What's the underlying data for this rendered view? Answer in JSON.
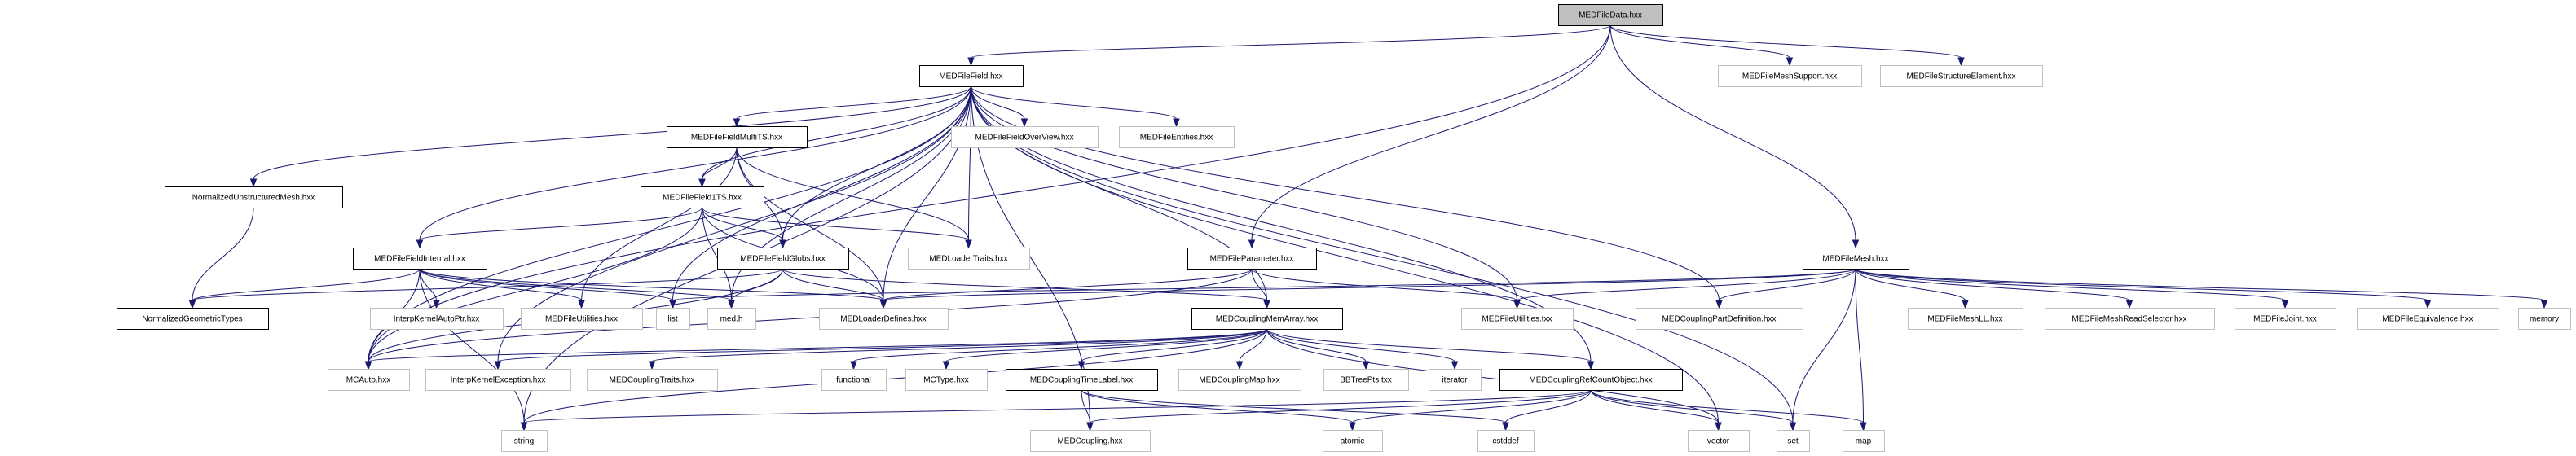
{
  "diagram": {
    "title": "Include dependency graph for MEDFileData.hxx",
    "colors": {
      "edge": "#191970",
      "root_fill": "#bfbfbf",
      "documented_border": "#000000",
      "external_border": "#bfbfbf"
    },
    "nodes": [
      {
        "id": "MEDFileData",
        "label": "MEDFileData.hxx",
        "kind": "root"
      },
      {
        "id": "MEDFileField",
        "label": "MEDFileField.hxx",
        "kind": "documented"
      },
      {
        "id": "MEDFileMeshSupport",
        "label": "MEDFileMeshSupport.hxx",
        "kind": "external"
      },
      {
        "id": "MEDFileStructureElement",
        "label": "MEDFileStructureElement.hxx",
        "kind": "external"
      },
      {
        "id": "MEDFileFieldMultiTS",
        "label": "MEDFileFieldMultiTS.hxx",
        "kind": "documented"
      },
      {
        "id": "MEDFileFieldOverView",
        "label": "MEDFileFieldOverView.hxx",
        "kind": "external"
      },
      {
        "id": "MEDFileEntities",
        "label": "MEDFileEntities.hxx",
        "kind": "external"
      },
      {
        "id": "NormalizedUnstructuredMesh",
        "label": "NormalizedUnstructuredMesh.hxx",
        "kind": "documented"
      },
      {
        "id": "MEDFileField1TS",
        "label": "MEDFileField1TS.hxx",
        "kind": "documented"
      },
      {
        "id": "MEDFileFieldInternal",
        "label": "MEDFileFieldInternal.hxx",
        "kind": "documented"
      },
      {
        "id": "MEDFileFieldGlobs",
        "label": "MEDFileFieldGlobs.hxx",
        "kind": "documented"
      },
      {
        "id": "MEDLoaderTraits",
        "label": "MEDLoaderTraits.hxx",
        "kind": "external"
      },
      {
        "id": "MEDFileParameter",
        "label": "MEDFileParameter.hxx",
        "kind": "documented"
      },
      {
        "id": "MEDFileMesh",
        "label": "MEDFileMesh.hxx",
        "kind": "documented"
      },
      {
        "id": "NormalizedGeometricTypes",
        "label": "NormalizedGeometricTypes",
        "kind": "documented"
      },
      {
        "id": "InterpKernelAutoPtr",
        "label": "InterpKernelAutoPtr.hxx",
        "kind": "external"
      },
      {
        "id": "MEDFileUtilitiesHxx",
        "label": "MEDFileUtilities.hxx",
        "kind": "external"
      },
      {
        "id": "list",
        "label": "list",
        "kind": "external"
      },
      {
        "id": "medh",
        "label": "med.h",
        "kind": "external"
      },
      {
        "id": "MEDLoaderDefines",
        "label": "MEDLoaderDefines.hxx",
        "kind": "external"
      },
      {
        "id": "MEDCouplingMemArray",
        "label": "MEDCouplingMemArray.hxx",
        "kind": "documented"
      },
      {
        "id": "MEDFileUtilitiesTxx",
        "label": "MEDFileUtilities.txx",
        "kind": "external"
      },
      {
        "id": "MEDCouplingPartDefinition",
        "label": "MEDCouplingPartDefinition.hxx",
        "kind": "external"
      },
      {
        "id": "MEDFileMeshLL",
        "label": "MEDFileMeshLL.hxx",
        "kind": "external"
      },
      {
        "id": "MEDFileMeshReadSelector",
        "label": "MEDFileMeshReadSelector.hxx",
        "kind": "external"
      },
      {
        "id": "MEDFileJoint",
        "label": "MEDFileJoint.hxx",
        "kind": "external"
      },
      {
        "id": "MEDFileEquivalence",
        "label": "MEDFileEquivalence.hxx",
        "kind": "external"
      },
      {
        "id": "memory",
        "label": "memory",
        "kind": "external"
      },
      {
        "id": "MCAuto",
        "label": "MCAuto.hxx",
        "kind": "external"
      },
      {
        "id": "InterpKernelException",
        "label": "InterpKernelException.hxx",
        "kind": "external"
      },
      {
        "id": "MEDCouplingTraits",
        "label": "MEDCouplingTraits.hxx",
        "kind": "external"
      },
      {
        "id": "functional",
        "label": "functional",
        "kind": "external"
      },
      {
        "id": "MCType",
        "label": "MCType.hxx",
        "kind": "external"
      },
      {
        "id": "MEDCouplingTimeLabel",
        "label": "MEDCouplingTimeLabel.hxx",
        "kind": "documented"
      },
      {
        "id": "MEDCouplingMap",
        "label": "MEDCouplingMap.hxx",
        "kind": "external"
      },
      {
        "id": "BBTreePts",
        "label": "BBTreePts.txx",
        "kind": "external"
      },
      {
        "id": "iterator",
        "label": "iterator",
        "kind": "external"
      },
      {
        "id": "MEDCouplingRefCountObject",
        "label": "MEDCouplingRefCountObject.hxx",
        "kind": "documented"
      },
      {
        "id": "string",
        "label": "string",
        "kind": "external"
      },
      {
        "id": "MEDCoupling",
        "label": "MEDCoupling.hxx",
        "kind": "external"
      },
      {
        "id": "atomic",
        "label": "atomic",
        "kind": "external"
      },
      {
        "id": "cstddef",
        "label": "cstddef",
        "kind": "external"
      },
      {
        "id": "vector",
        "label": "vector",
        "kind": "external"
      },
      {
        "id": "set",
        "label": "set",
        "kind": "external"
      },
      {
        "id": "map",
        "label": "map",
        "kind": "external"
      }
    ],
    "edges": [
      [
        "MEDFileData",
        "MEDFileField"
      ],
      [
        "MEDFileData",
        "MEDFileMeshSupport"
      ],
      [
        "MEDFileData",
        "MEDFileStructureElement"
      ],
      [
        "MEDFileData",
        "MEDFileParameter"
      ],
      [
        "MEDFileData",
        "MEDFileMesh"
      ],
      [
        "MEDFileData",
        "MCAuto"
      ],
      [
        "MEDFileField",
        "MEDFileFieldMultiTS"
      ],
      [
        "MEDFileField",
        "MEDFileFieldOverView"
      ],
      [
        "MEDFileField",
        "MEDFileEntities"
      ],
      [
        "MEDFileField",
        "NormalizedUnstructuredMesh"
      ],
      [
        "MEDFileField",
        "MEDFileField1TS"
      ],
      [
        "MEDFileField",
        "MEDFileFieldInternal"
      ],
      [
        "MEDFileField",
        "MEDFileFieldGlobs"
      ],
      [
        "MEDFileField",
        "MEDLoaderTraits"
      ],
      [
        "MEDFileField",
        "list"
      ],
      [
        "MEDFileField",
        "medh"
      ],
      [
        "MEDFileField",
        "MEDLoaderDefines"
      ],
      [
        "MEDFileField",
        "MEDCouplingMemArray"
      ],
      [
        "MEDFileField",
        "MEDFileUtilitiesTxx"
      ],
      [
        "MEDFileField",
        "MEDCouplingPartDefinition"
      ],
      [
        "MEDFileField",
        "MCAuto"
      ],
      [
        "MEDFileField",
        "InterpKernelException"
      ],
      [
        "MEDFileField",
        "MEDCouplingRefCountObject"
      ],
      [
        "MEDFileField",
        "MEDCoupling"
      ],
      [
        "MEDFileField",
        "string"
      ],
      [
        "MEDFileField",
        "vector"
      ],
      [
        "MEDFileField",
        "set"
      ],
      [
        "MEDFileFieldMultiTS",
        "MEDFileField1TS"
      ],
      [
        "MEDFileFieldMultiTS",
        "MEDFileFieldGlobs"
      ],
      [
        "MEDFileFieldMultiTS",
        "MEDLoaderTraits"
      ],
      [
        "MEDFileFieldMultiTS",
        "MEDLoaderDefines"
      ],
      [
        "MEDFileFieldMultiTS",
        "MEDFileUtilitiesHxx"
      ],
      [
        "NormalizedUnstructuredMesh",
        "NormalizedGeometricTypes"
      ],
      [
        "MEDFileField1TS",
        "MEDFileFieldInternal"
      ],
      [
        "MEDFileField1TS",
        "MEDFileFieldGlobs"
      ],
      [
        "MEDFileField1TS",
        "MEDLoaderTraits"
      ],
      [
        "MEDFileField1TS",
        "MEDLoaderDefines"
      ],
      [
        "MEDFileField1TS",
        "medh"
      ],
      [
        "MEDFileField1TS",
        "MCAuto"
      ],
      [
        "MEDFileFieldInternal",
        "NormalizedGeometricTypes"
      ],
      [
        "MEDFileFieldInternal",
        "InterpKernelAutoPtr"
      ],
      [
        "MEDFileFieldInternal",
        "MEDFileUtilitiesHxx"
      ],
      [
        "MEDFileFieldInternal",
        "list"
      ],
      [
        "MEDFileFieldInternal",
        "medh"
      ],
      [
        "MEDFileFieldInternal",
        "MEDLoaderDefines"
      ],
      [
        "MEDFileFieldInternal",
        "MCAuto"
      ],
      [
        "MEDFileFieldInternal",
        "string"
      ],
      [
        "MEDFileFieldGlobs",
        "NormalizedGeometricTypes"
      ],
      [
        "MEDFileFieldGlobs",
        "medh"
      ],
      [
        "MEDFileFieldGlobs",
        "MEDLoaderDefines"
      ],
      [
        "MEDFileFieldGlobs",
        "MEDCouplingMemArray"
      ],
      [
        "MEDFileFieldGlobs",
        "MCAuto"
      ],
      [
        "MEDFileParameter",
        "MEDLoaderDefines"
      ],
      [
        "MEDFileParameter",
        "MEDCouplingMemArray"
      ],
      [
        "MEDFileParameter",
        "MEDFileUtilitiesTxx"
      ],
      [
        "MEDFileParameter",
        "MCAuto"
      ],
      [
        "MEDFileMesh",
        "list"
      ],
      [
        "MEDFileMesh",
        "MEDLoaderDefines"
      ],
      [
        "MEDFileMesh",
        "MEDFileUtilitiesTxx"
      ],
      [
        "MEDFileMesh",
        "MEDCouplingPartDefinition"
      ],
      [
        "MEDFileMesh",
        "MEDFileMeshLL"
      ],
      [
        "MEDFileMesh",
        "MEDFileMeshReadSelector"
      ],
      [
        "MEDFileMesh",
        "MEDFileJoint"
      ],
      [
        "MEDFileMesh",
        "MEDFileEquivalence"
      ],
      [
        "MEDFileMesh",
        "memory"
      ],
      [
        "MEDFileMesh",
        "set"
      ],
      [
        "MEDFileMesh",
        "map"
      ],
      [
        "MEDCouplingMemArray",
        "MCAuto"
      ],
      [
        "MEDCouplingMemArray",
        "InterpKernelException"
      ],
      [
        "MEDCouplingMemArray",
        "MEDCouplingTraits"
      ],
      [
        "MEDCouplingMemArray",
        "functional"
      ],
      [
        "MEDCouplingMemArray",
        "MCType"
      ],
      [
        "MEDCouplingMemArray",
        "MEDCouplingTimeLabel"
      ],
      [
        "MEDCouplingMemArray",
        "MEDCouplingMap"
      ],
      [
        "MEDCouplingMemArray",
        "BBTreePts"
      ],
      [
        "MEDCouplingMemArray",
        "iterator"
      ],
      [
        "MEDCouplingMemArray",
        "MEDCouplingRefCountObject"
      ],
      [
        "MEDCouplingMemArray",
        "string"
      ],
      [
        "MEDCouplingMemArray",
        "vector"
      ],
      [
        "MEDCouplingTimeLabel",
        "MEDCoupling"
      ],
      [
        "MEDCouplingTimeLabel",
        "atomic"
      ],
      [
        "MEDCouplingTimeLabel",
        "cstddef"
      ],
      [
        "MEDCouplingRefCountObject",
        "MEDCoupling"
      ],
      [
        "MEDCouplingRefCountObject",
        "atomic"
      ],
      [
        "MEDCouplingRefCountObject",
        "cstddef"
      ],
      [
        "MEDCouplingRefCountObject",
        "vector"
      ],
      [
        "MEDCouplingRefCountObject",
        "set"
      ],
      [
        "MEDCouplingRefCountObject",
        "map"
      ],
      [
        "MEDCouplingRefCountObject",
        "string"
      ]
    ]
  }
}
